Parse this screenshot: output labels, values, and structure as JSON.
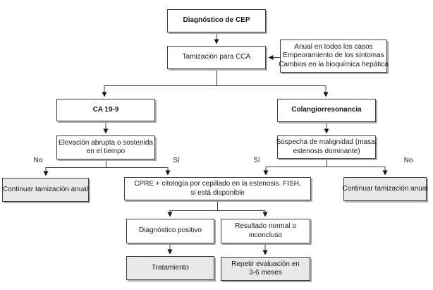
{
  "flowchart": {
    "nodes": {
      "diagnostico": {
        "lines": [
          "Diagnóstico de CEP"
        ]
      },
      "tamizacion": {
        "lines": [
          "Tamización para CCA"
        ]
      },
      "anotacion": {
        "lines": [
          "Anual en todos los casos",
          "Empeoramiento de los síntomas",
          "Cambios en la bioquímica hepática"
        ]
      },
      "ca199": {
        "lines": [
          "CA 19-9"
        ]
      },
      "colangio": {
        "lines": [
          "Colangiorresonancia"
        ]
      },
      "elevacion": {
        "lines": [
          "Elevación abrupta o sostenida",
          "en el tiempo"
        ]
      },
      "sospecha": {
        "lines": [
          "Sospecha de malignidad (masa,",
          "estenosis dominante)"
        ]
      },
      "continuar_izq": {
        "lines": [
          "Continuar tamización anual"
        ]
      },
      "cpre": {
        "lines": [
          "CPRE + citología por cepillado en la estenosis. FISH,",
          "si está disponible"
        ]
      },
      "continuar_der": {
        "lines": [
          "Continuar tamización anual"
        ]
      },
      "diag_positivo": {
        "lines": [
          "Diagnóstico positivo"
        ]
      },
      "resultado_normal": {
        "lines": [
          "Resultado normal o",
          "inconcluso"
        ]
      },
      "tratamiento": {
        "lines": [
          "Tratamiento"
        ]
      },
      "repetir": {
        "lines": [
          "Repetir evaluación en",
          "3-6 meses"
        ]
      }
    },
    "edge_labels": {
      "no_izq": "No",
      "si_izq": "Sí",
      "si_der": "Sí",
      "no_der": "No"
    },
    "colors": {
      "background": "#ffffff",
      "box_fill": "#ffffff",
      "box_fill_terminal": "#e8e8e8",
      "box_border": "#3f3f3f",
      "box_shadow": "#ababab",
      "line": "#3f3f3f",
      "text": "#1a1a1a"
    }
  }
}
